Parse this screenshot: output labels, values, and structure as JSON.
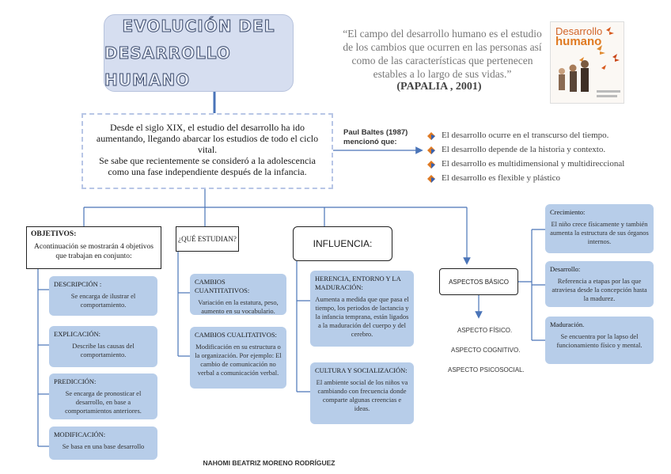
{
  "title": {
    "line1": "Evolución del",
    "line2": "desarrollo humano"
  },
  "quote": {
    "text": "“El campo del desarrollo humano es el estudio de los cambios que ocurren en las personas así como de las características que pertenecen estables a lo largo de sus vidas.”",
    "source": "(PAPALIA , 2001)"
  },
  "book": {
    "title_line1": "Desarrollo",
    "title_line2": "humano"
  },
  "intro": {
    "p1": "Desde el siglo XIX, el estudio del desarrollo ha ido aumentando, llegando abarcar los estudios de todo el ciclo vital.",
    "p2": "Se sabe que recientemente se consideró a la adolescencia como una fase independiente después de la infancia."
  },
  "baltes": {
    "label": "Paul Baltes (1987) mencionó que:",
    "items": [
      "El desarrollo ocurre en el transcurso del tiempo.",
      "El desarrollo depende de la historia y contexto.",
      "El desarrollo es multidimensional y multidireccional",
      "El desarrollo es flexible y plástico"
    ]
  },
  "objetivos": {
    "heading": "OBJETIVOS:",
    "desc": "Acontinuación se mostrarán 4 objetivos que trabajan en conjunto:",
    "items": [
      {
        "title": "DESCRIPCIÓN :",
        "body": "Se encarga de ilustrar el comportamiento."
      },
      {
        "title": "EXPLICACIÓN:",
        "body": "Describe las causas del comportamiento."
      },
      {
        "title": "PREDICCIÓN:",
        "body": "Se encarga de pronosticar el desarrollo, en base a comportamientos anteriores."
      },
      {
        "title": "MODIFICACIÓN:",
        "body": "Se basa en una base desarrollo"
      }
    ]
  },
  "estudian": {
    "heading": "¿QUÉ ESTUDIAN?",
    "items": [
      {
        "title": "CAMBIOS CUANTITATIVOS:",
        "body": "Variación en la estatura, peso, aumento en su vocabulario."
      },
      {
        "title": "CAMBIOS CUALITATIVOS:",
        "body": "Modificación en su estructura o la organización. Por ejemplo: El cambio de comunicación no verbal a comunicación verbal."
      }
    ]
  },
  "influencia": {
    "heading": "INFLUENCIA:",
    "items": [
      {
        "title": "HERENCIA, ENTORNO Y LA MADURACIÓN:",
        "body": "Aumenta a medida que que pasa el tiempo, los periodos de lactancia y la infancia temprana, están ligados a la maduración del cuerpo y del cerebro."
      },
      {
        "title": "CULTURA Y SOCIALIZACIÓN:",
        "body": "El ambiente social de los niños va cambiando con frecuencia donde comparte algunas creencias e ideas."
      }
    ]
  },
  "aspectos": {
    "heading": "ASPECTOS BÁSICO",
    "items": [
      "ASPECTO FÍSICO.",
      "ASPECTO COGNITIVO.",
      "ASPECTO PSICOSOCIAL."
    ],
    "cards": [
      {
        "title": "Crecimiento:",
        "body": "El niño crece físicamente y también aumenta la estructura de sus órganos internos."
      },
      {
        "title": "Desarrollo:",
        "body": "Referencia a etapas por las que atraviesa desde la concepción hasta la madurez."
      },
      {
        "title": "Maduración.",
        "body": "Se encuentra por la lapso del funcionamiento físico y mental."
      }
    ]
  },
  "author": "NAHOMI BEATRIZ MORENO RODRÍGUEZ",
  "colors": {
    "connector": "#4a74b8",
    "card_fill": "#b7cde9",
    "title_fill": "#d6def0",
    "bullet_orange": "#e07a22",
    "bullet_blue": "#3560b0"
  }
}
